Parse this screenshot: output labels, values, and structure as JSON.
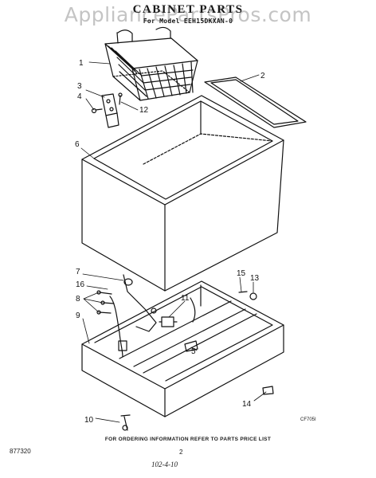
{
  "watermark": "AppliancePartsPros.com",
  "header": {
    "title": "CABINET PARTS",
    "model": "For Model EEH15DKXAN-0"
  },
  "callouts": [
    "1",
    "2",
    "3",
    "4",
    "12",
    "6",
    "7",
    "16",
    "8",
    "9",
    "11",
    "15",
    "13",
    "5",
    "14",
    "10"
  ],
  "footer": {
    "ordering_note": "FOR ORDERING INFORMATION REFER TO PARTS PRICE LIST",
    "part_number": "877320",
    "page_number": "2",
    "handwritten_note": "102-4-10",
    "figure_code": "CF705I"
  }
}
